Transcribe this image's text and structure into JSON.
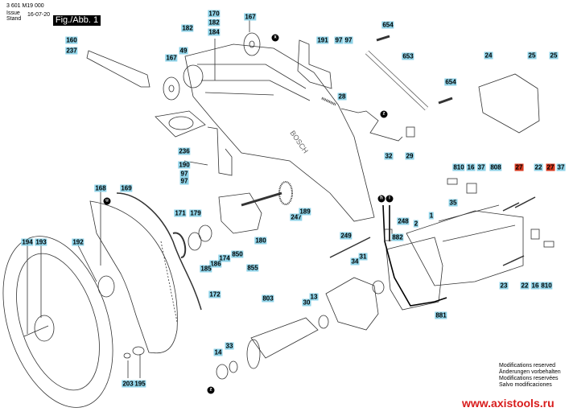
{
  "header": {
    "part_number": "3 601 M19 000",
    "issue_label": "Issue",
    "stand_label": "Stand",
    "date": "16-07-20",
    "figure": "Fig./Abb. 1"
  },
  "labels": [
    "170",
    "182",
    "184",
    "167",
    "182",
    "160",
    "237",
    "167",
    "49",
    "236",
    "190",
    "97",
    "97",
    "168",
    "169",
    "654",
    "191",
    "97",
    "97",
    "653",
    "24",
    "25",
    "25",
    "654",
    "28",
    "32",
    "29",
    "810",
    "16",
    "37",
    "808",
    "27",
    "22",
    "27",
    "37",
    "35",
    "171",
    "179",
    "194",
    "193",
    "192",
    "180",
    "850",
    "174",
    "186",
    "185",
    "855",
    "172",
    "803",
    "33",
    "14",
    "203",
    "195",
    "247",
    "189",
    "248",
    "2",
    "1",
    "249",
    "882",
    "34",
    "31",
    "23",
    "22",
    "16",
    "810",
    "13",
    "30",
    "881"
  ],
  "markers": [
    "x",
    "u",
    "z",
    "h",
    "i",
    "z"
  ],
  "notes": [
    "Modifications reserved",
    "Änderungen vorbehalten",
    "Modifications reservées",
    "Salvo modificaciones"
  ],
  "website": "www.axistools.ru",
  "colors": {
    "label_bg": "#8fd3e8",
    "highlight_label_bg": "#d8391f",
    "website": "#d81c1c"
  }
}
